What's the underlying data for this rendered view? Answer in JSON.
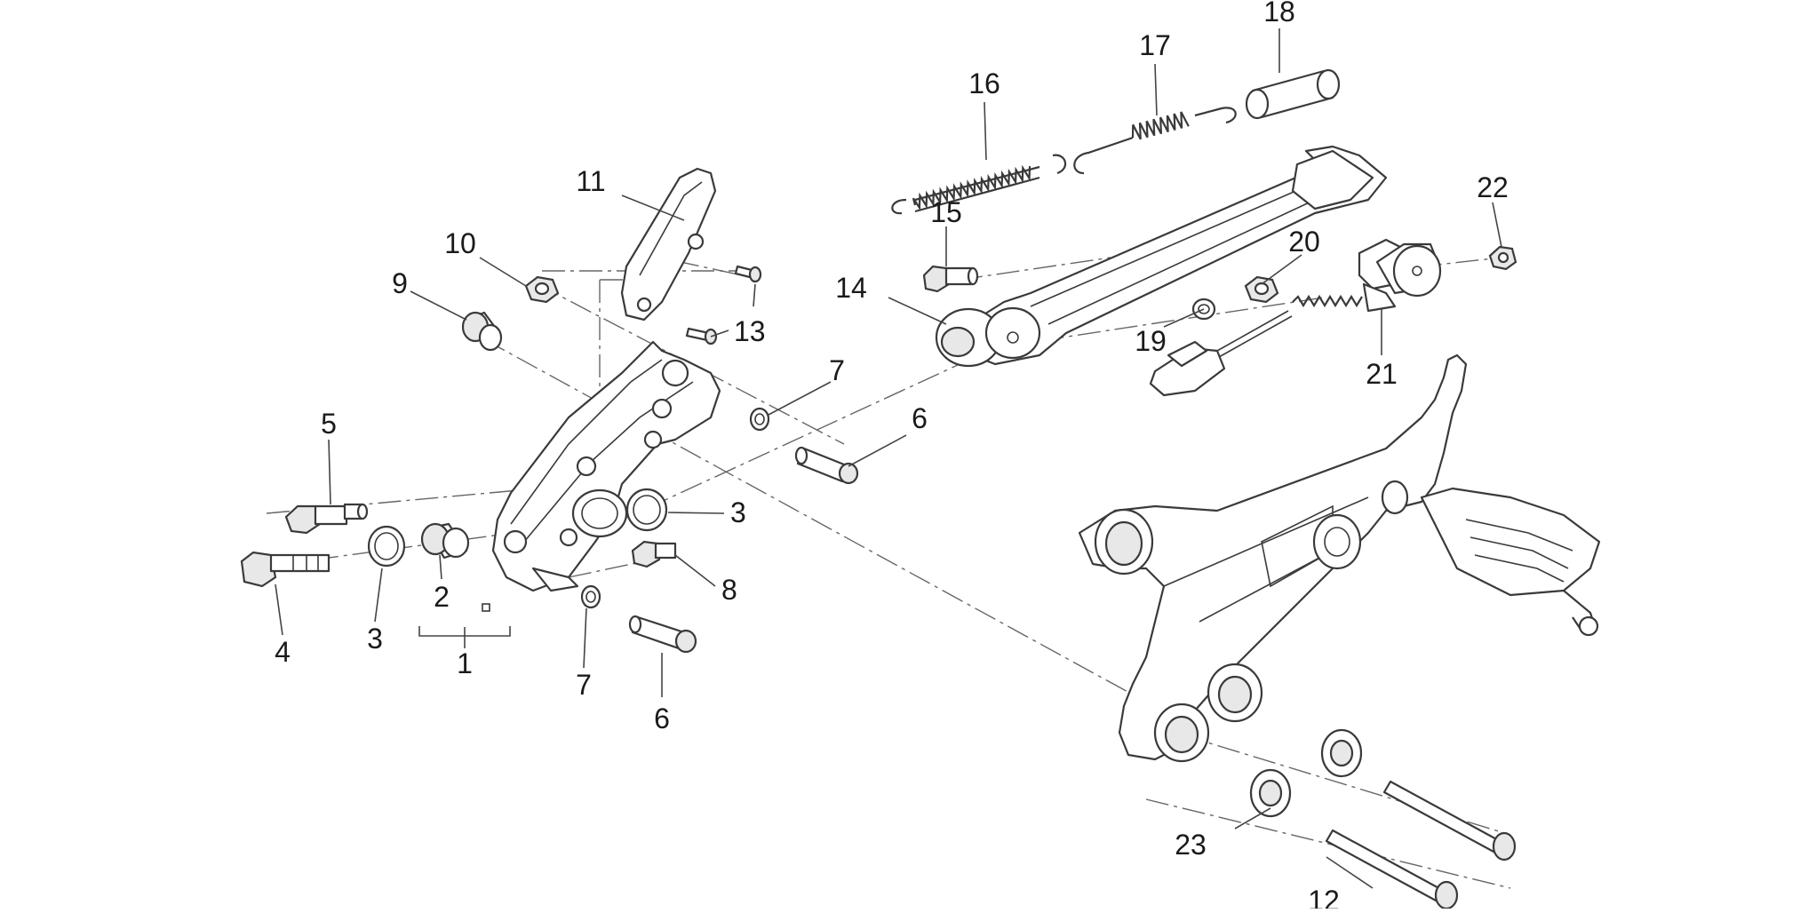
{
  "callouts": [
    {
      "id": "c1",
      "label": "1"
    },
    {
      "id": "c2",
      "label": "2"
    },
    {
      "id": "c3a",
      "label": "3"
    },
    {
      "id": "c3b",
      "label": "3"
    },
    {
      "id": "c4",
      "label": "4"
    },
    {
      "id": "c5",
      "label": "5"
    },
    {
      "id": "c6a",
      "label": "6"
    },
    {
      "id": "c6b",
      "label": "6"
    },
    {
      "id": "c7a",
      "label": "7"
    },
    {
      "id": "c7b",
      "label": "7"
    },
    {
      "id": "c8",
      "label": "8"
    },
    {
      "id": "c9",
      "label": "9"
    },
    {
      "id": "c10",
      "label": "10"
    },
    {
      "id": "c11",
      "label": "11"
    },
    {
      "id": "c12",
      "label": "12"
    },
    {
      "id": "c13",
      "label": "13"
    },
    {
      "id": "c14",
      "label": "14"
    },
    {
      "id": "c15",
      "label": "15"
    },
    {
      "id": "c16",
      "label": "16"
    },
    {
      "id": "c17",
      "label": "17"
    },
    {
      "id": "c18",
      "label": "18"
    },
    {
      "id": "c19",
      "label": "19"
    },
    {
      "id": "c20",
      "label": "20"
    },
    {
      "id": "c21",
      "label": "21"
    },
    {
      "id": "c22",
      "label": "22"
    },
    {
      "id": "c23",
      "label": "23"
    }
  ]
}
